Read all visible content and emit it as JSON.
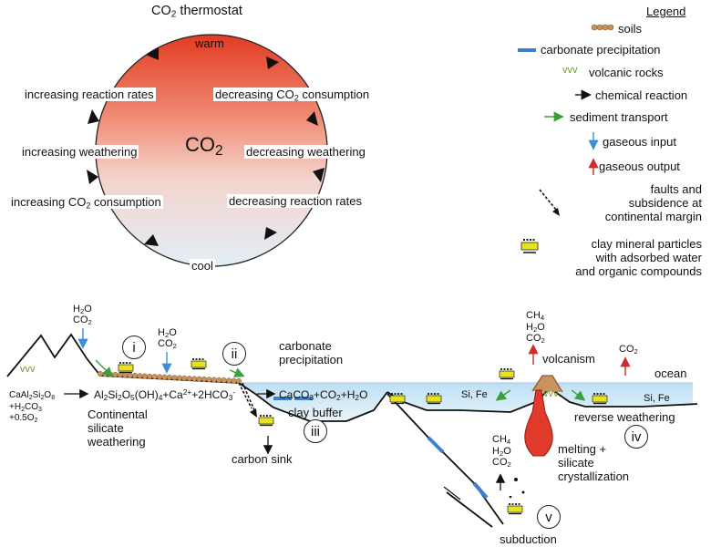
{
  "thermostat": {
    "title_prefix": "CO",
    "title_sub": "2",
    "title_suffix": " thermostat",
    "center_prefix": "CO",
    "center_sub": "2",
    "warm": "warm",
    "cool": "cool",
    "left_labels": [
      {
        "text": "increasing reaction rates"
      },
      {
        "text": "increasing weathering"
      },
      {
        "prefix": "increasing CO",
        "sub": "2",
        "suffix": " consumption"
      }
    ],
    "right_labels": [
      {
        "prefix": "decreasing CO",
        "sub": "2",
        "suffix": " consumption"
      },
      {
        "text": "decreasing weathering"
      },
      {
        "text": "decreasing reaction rates"
      }
    ],
    "colors": {
      "warm": "#e8472a",
      "cool": "#e7f1f8"
    }
  },
  "legend": {
    "title": "Legend",
    "items": [
      {
        "label": "soils",
        "icon": "soil-beads-icon",
        "color": "#c9935f"
      },
      {
        "label": "carbonate precipitation",
        "icon": "blue-bar-icon",
        "color": "#3f7fd0"
      },
      {
        "label": "volcanic rocks",
        "icon": "vvv-icon",
        "color": "#6d9a2e",
        "glyph": "vvv"
      },
      {
        "label": "chemical reaction",
        "icon": "black-arrow-icon",
        "color": "#111111"
      },
      {
        "label": "sediment transport",
        "icon": "green-arrow-icon",
        "color": "#3aa13a"
      },
      {
        "label": "gaseous input",
        "icon": "blue-down-arrow-icon",
        "color": "#3a8fd8"
      },
      {
        "label": "gaseous output",
        "icon": "red-up-arrow-icon",
        "color": "#d12a2a"
      },
      {
        "label_lines": [
          "faults and",
          "subsidence at",
          "continental margin"
        ],
        "icon": "dashed-fault-arrow-icon"
      },
      {
        "label_lines": [
          "clay mineral particles",
          "with adsorbed water",
          "and organic compounds"
        ],
        "icon": "clay-particle-icon",
        "color": "#e8e31e"
      }
    ]
  },
  "cross_section": {
    "stage_labels": [
      "i",
      "ii",
      "iii",
      "iv",
      "v"
    ],
    "h2o_co2_input_1": {
      "h": "H",
      "h_sub": "2",
      "o": "O",
      "c": "CO",
      "c_sub": "2"
    },
    "h2o_co2_input_2": {
      "h": "H",
      "h_sub": "2",
      "o": "O",
      "c": "CO",
      "c_sub": "2"
    },
    "reactant_lines": [
      {
        "parts": [
          {
            "t": "CaAl"
          },
          {
            "sub": "2"
          },
          {
            "t": "Si"
          },
          {
            "sub": "2"
          },
          {
            "t": "O"
          },
          {
            "sub": "8"
          }
        ]
      },
      {
        "parts": [
          {
            "t": "+H"
          },
          {
            "sub": "2"
          },
          {
            "t": "CO"
          },
          {
            "sub": "3"
          }
        ]
      },
      {
        "parts": [
          {
            "t": "+0.5O"
          },
          {
            "sub": "2"
          }
        ]
      }
    ],
    "product_eq": {
      "parts": [
        {
          "t": "Al"
        },
        {
          "sub": "2"
        },
        {
          "t": "Si"
        },
        {
          "sub": "2"
        },
        {
          "t": "O"
        },
        {
          "sub": "5"
        },
        {
          "t": "(OH)"
        },
        {
          "sub": "4"
        },
        {
          "t": "+Ca"
        },
        {
          "sup": "2+"
        },
        {
          "t": "+2HCO"
        },
        {
          "sub": "3"
        },
        {
          "sup": "-"
        }
      ]
    },
    "carbonate_eq": {
      "parts": [
        {
          "t": "CaCO"
        },
        {
          "sub": "3"
        },
        {
          "t": "+CO"
        },
        {
          "sub": "2"
        },
        {
          "t": "+H"
        },
        {
          "sub": "2"
        },
        {
          "t": "O"
        }
      ]
    },
    "continental_lines": [
      "Continental",
      "silicate",
      "weathering"
    ],
    "carbonate_precip_lines": [
      "carbonate",
      "precipitation"
    ],
    "clay_buffer": "clay buffer",
    "carbon_sink": "carbon sink",
    "volcanism": "volcanism",
    "ocean": "ocean",
    "reverse_weathering": "reverse weathering",
    "melting_lines": [
      "melting +",
      "silicate",
      "crystallization"
    ],
    "subduction": "subduction",
    "si_fe": "Si, Fe",
    "volcano_gases": [
      {
        "t": "CH",
        "sub": "4"
      },
      {
        "t": "H",
        "sub": "2",
        "t2": "O"
      },
      {
        "t": "CO",
        "sub": "2"
      }
    ],
    "subduction_gases": [
      {
        "t": "CH",
        "sub": "4"
      },
      {
        "t": "H",
        "sub": "2",
        "t2": "O"
      },
      {
        "t": "CO",
        "sub": "2"
      }
    ],
    "ocean_gas": {
      "t": "CO",
      "sub": "2"
    },
    "vvv": "vvv",
    "colors": {
      "ocean": "#cfe6f5",
      "soil": "#c9935f",
      "carbonate": "#3f7fd0",
      "magma": "#e03a2a",
      "clay": "#e8e31e"
    }
  }
}
